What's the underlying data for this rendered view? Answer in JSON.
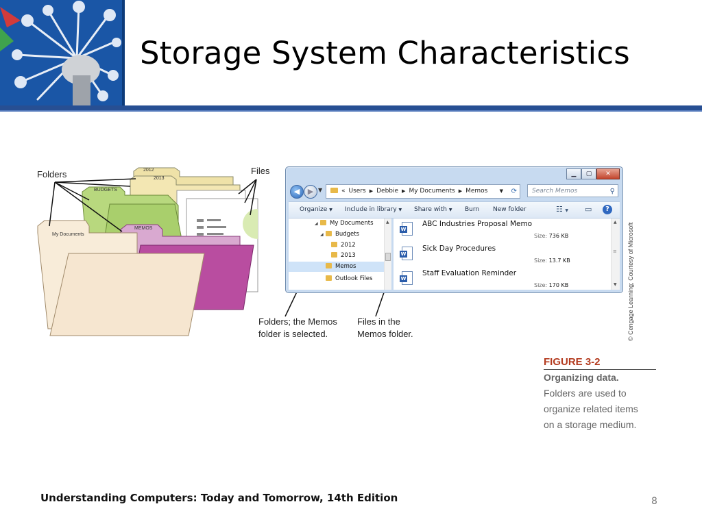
{
  "slide": {
    "title": "Storage System Characteristics",
    "footer": "Understanding Computers: Today and Tomorrow, 14th Edition",
    "page_number": "8"
  },
  "illustration": {
    "folders_label": "Folders",
    "files_label": "Files",
    "folder_tabs": [
      "2012",
      "2013",
      "BUDGETS",
      "MEMOS",
      "My Documents"
    ]
  },
  "explorer": {
    "caption_buttons": [
      "minimize",
      "maximize",
      "close"
    ],
    "breadcrumb": [
      "Users",
      "Debbie",
      "My Documents",
      "Memos"
    ],
    "breadcrumb_prefix": "«",
    "search_placeholder": "Search Memos",
    "toolbar": {
      "organize": "Organize",
      "include": "Include in library",
      "share": "Share with",
      "burn": "Burn",
      "new_folder": "New folder"
    },
    "tree": [
      {
        "label": "My Documents",
        "expanded": true
      },
      {
        "label": "Budgets",
        "expanded": true
      },
      {
        "label": "2012"
      },
      {
        "label": "2013"
      },
      {
        "label": "Memos",
        "selected": true
      },
      {
        "label": "Outlook Files"
      }
    ],
    "files": [
      {
        "name": "ABC Industries Proposal Memo",
        "size_label": "Size:",
        "size": "736 KB"
      },
      {
        "name": "Sick Day Procedures",
        "size_label": "Size:",
        "size": "13.7 KB"
      },
      {
        "name": "Staff Evaluation Reminder",
        "size_label": "Size:",
        "size": "170 KB"
      }
    ]
  },
  "callouts": {
    "folders_line1": "Folders; the Memos",
    "folders_line2": "folder is selected.",
    "files_line1": "Files in the",
    "files_line2": "Memos folder."
  },
  "figure": {
    "number": "FIGURE 3-2",
    "heading": "Organizing data.",
    "lines": [
      "Folders are used to",
      "organize related items",
      "on a storage medium."
    ],
    "credit": "© Cengage Learning; Courtesy of Microsoft"
  },
  "colors": {
    "title_bar": "#274f93",
    "figure_number": "#b33a1e",
    "folder_tan": "#f6e6d0",
    "folder_green": "#a9cf6c",
    "folder_magenta": "#b94da0"
  }
}
